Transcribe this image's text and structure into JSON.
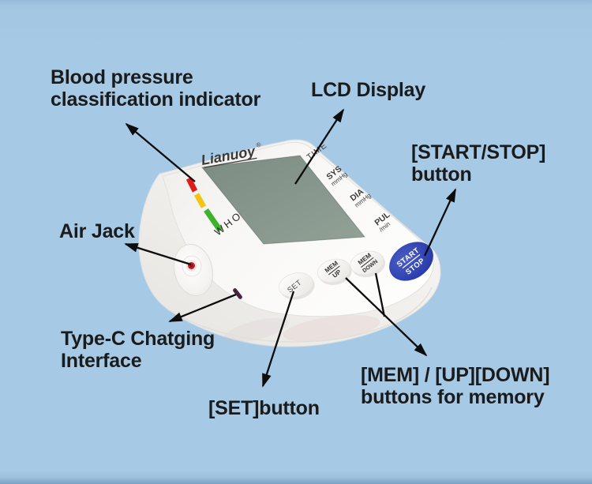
{
  "annotations": {
    "bp_indicator": {
      "line1": "Blood pressure",
      "line2": "classification indicator"
    },
    "lcd": {
      "label": "LCD Display"
    },
    "start_stop": {
      "line1": "[START/STOP]",
      "line2": "button"
    },
    "air_jack": {
      "label": "Air Jack"
    },
    "type_c": {
      "line1": "Type-C Chatging",
      "line2": "Interface"
    },
    "set": {
      "label": "[SET]button"
    },
    "mem": {
      "line1": "[MEM] / [UP][DOWN]",
      "line2": "buttons for memory"
    }
  },
  "device": {
    "brand": "Lianuoy",
    "brand_reg": "®",
    "who_label": "WHO",
    "display_labels": {
      "time": "TIME",
      "sys": "SYS",
      "sys_unit": "mmHg",
      "dia": "DIA",
      "dia_unit": "mmHg",
      "pul": "PUL",
      "pul_unit": "/min"
    },
    "buttons": {
      "set": "SET",
      "mem_up_top": "MEM",
      "mem_up_bottom": "UP",
      "mem_down_top": "MEM",
      "mem_down_bottom": "DOWN",
      "start": "START",
      "stop": "STOP"
    },
    "colors": {
      "background": "#a6c9e5",
      "indicator_red": "#e11b1b",
      "indicator_yellow": "#f3c513",
      "indicator_green": "#3cb32a",
      "start_stop_button": "#2c3fae",
      "lcd_screen": "#87968d",
      "arrow": "#0d0d0d"
    }
  }
}
